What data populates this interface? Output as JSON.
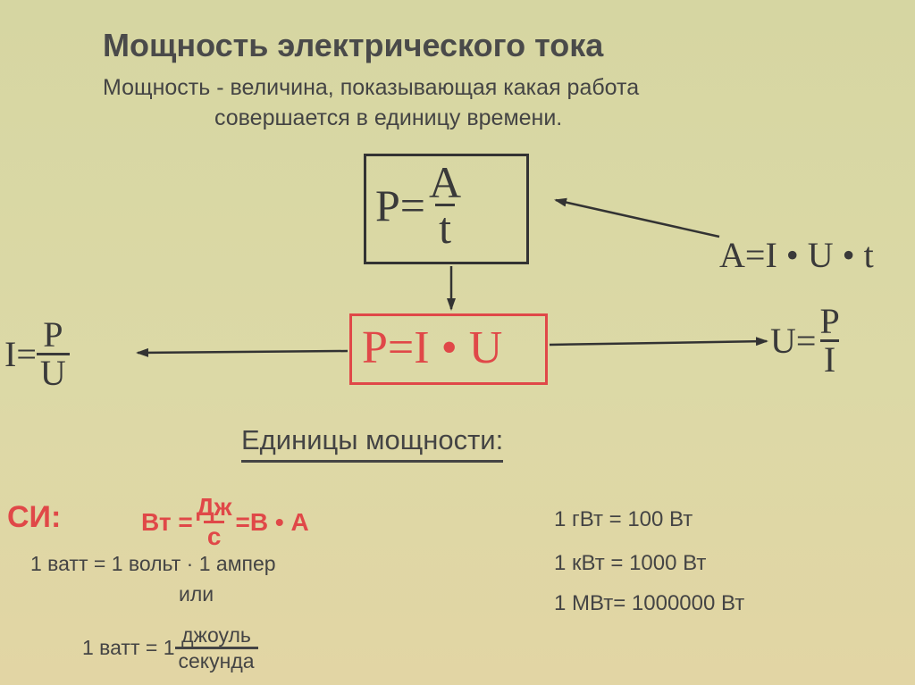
{
  "title": "Мощность электрического тока",
  "definition": {
    "line1": "Мощность - величина, показывающая какая работа",
    "line2": "совершается в единицу времени."
  },
  "formula_main": {
    "lhs": "P=",
    "num": "A",
    "den": "t"
  },
  "formula_work": "A=I • U • t",
  "formula_power": "P=I • U",
  "formula_current": {
    "lhs": "I=",
    "num": "P",
    "den": "U"
  },
  "formula_voltage": {
    "lhs": "U=",
    "num": "P",
    "den": "I"
  },
  "units_heading": "Единицы мощности:",
  "si": {
    "label": "СИ:",
    "lhs": "Вт =",
    "num": "Дж",
    "den": "с",
    "rhs": "=В • А"
  },
  "watt_def": {
    "line1": "1 ватт = 1 вольт  ·  1 ампер",
    "or": "или",
    "lhs": "1 ватт = 1",
    "num": "джоуль",
    "den": "секунда"
  },
  "conversions": [
    "1 гВт = 100 Вт",
    "1 кВт = 1000 Вт",
    "1 МВт= 1000000 Вт"
  ],
  "colors": {
    "accent_red": "#e04848",
    "ink": "#3c3c3c",
    "paper": "#d9d8a6"
  }
}
